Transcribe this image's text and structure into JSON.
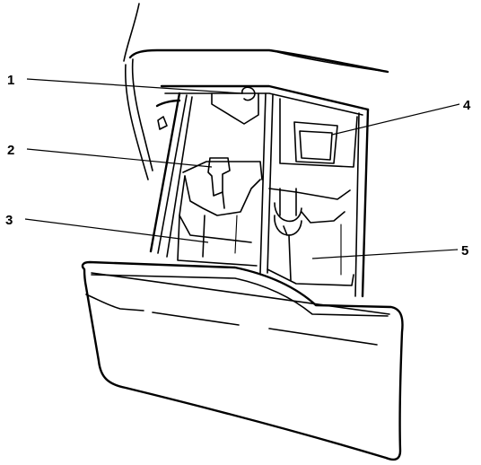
{
  "callouts": [
    {
      "number": "1"
    },
    {
      "number": "2"
    },
    {
      "number": "3"
    },
    {
      "number": "4"
    },
    {
      "number": "5"
    }
  ]
}
